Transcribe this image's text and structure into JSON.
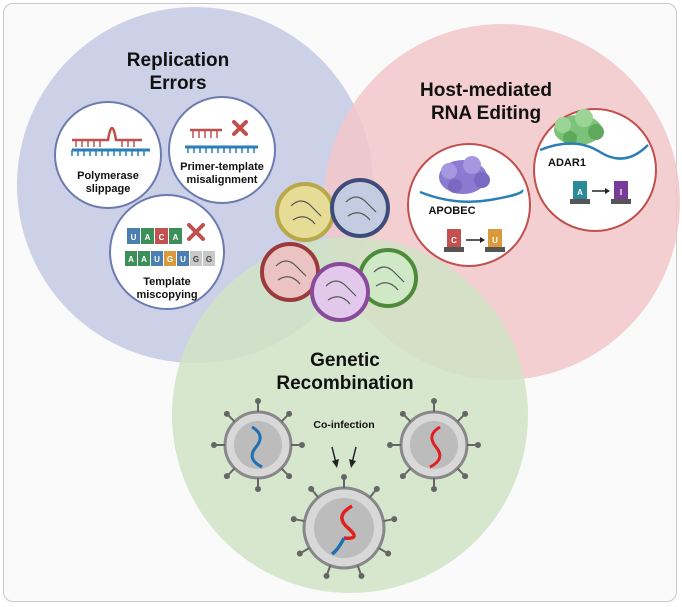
{
  "replication": {
    "title_line1": "Replication",
    "title_line2": "Errors",
    "polymerase_line1": "Polymerase",
    "polymerase_line2": "slippage",
    "primer_line1": "Primer-template",
    "primer_line2": "misalignment",
    "template_line1": "Template",
    "template_line2": "miscopying",
    "template_top_bases": [
      "U",
      "A",
      "C",
      "A"
    ],
    "template_bottom_bases": [
      "A",
      "A",
      "U",
      "G",
      "U",
      "G",
      "G"
    ]
  },
  "host": {
    "title_line1": "Host-mediated",
    "title_line2": "RNA Editing",
    "apobec_label": "APOBEC",
    "apobec_from": "C",
    "apobec_to": "U",
    "adar_label": "ADAR1",
    "adar_from": "A",
    "adar_to": "I"
  },
  "recombination": {
    "title_line1": "Genetic",
    "title_line2": "Recombination",
    "coinfection_label": "Co-infection"
  },
  "colors": {
    "replication_circle": "#c9cfe6",
    "host_circle": "#f2c7c9",
    "recombination_circle": "#cfe3c5",
    "error_x": "#c0504d",
    "rna_blue": "#2a6fb5",
    "rna_red": "#e02020"
  }
}
